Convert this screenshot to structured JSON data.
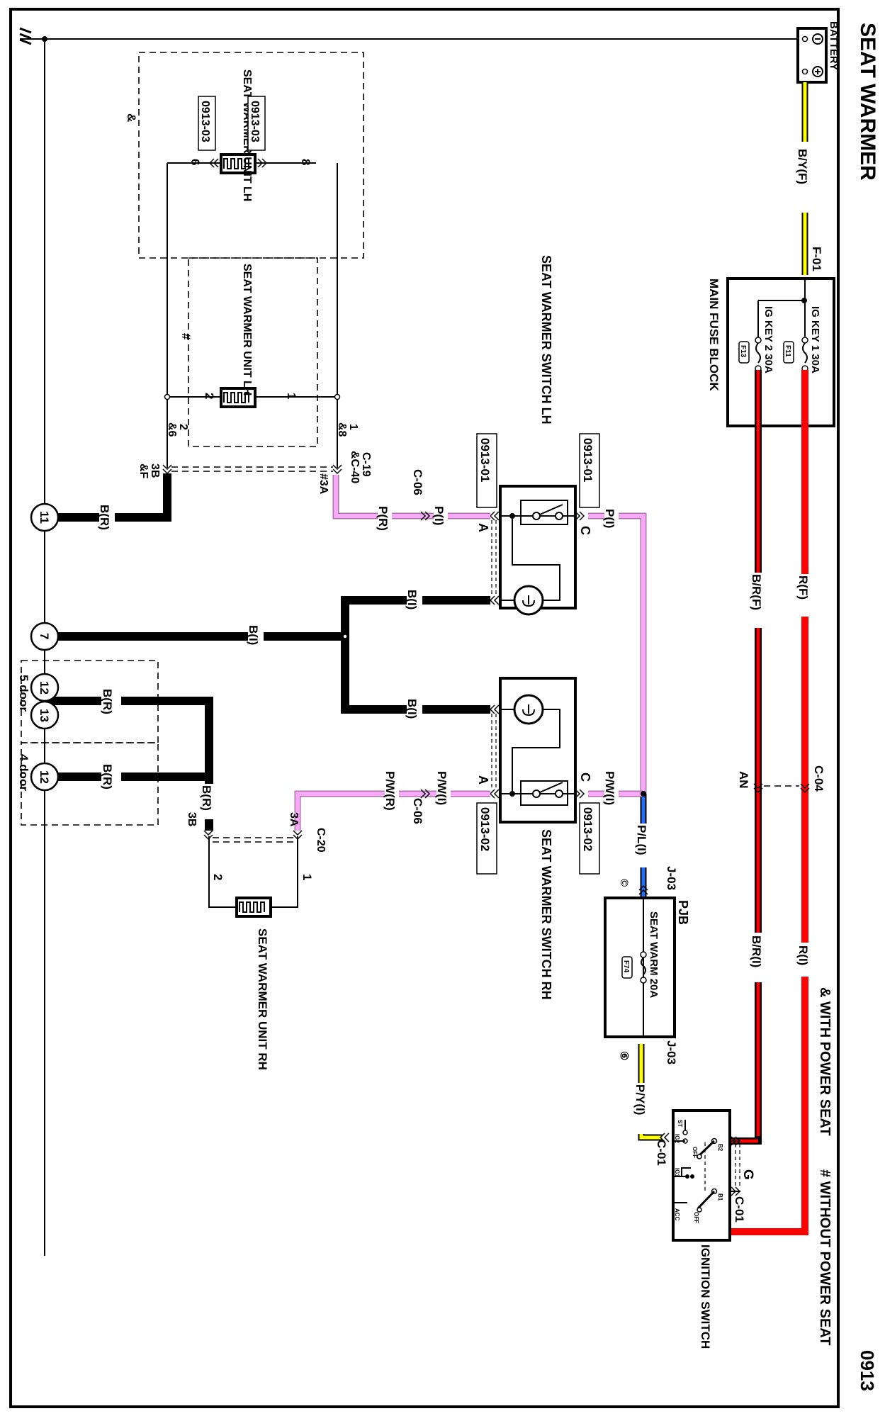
{
  "page": {
    "title": "SEAT WARMER",
    "page_number": "0913",
    "legend": {
      "with_power_seat": "& WITH POWER SEAT",
      "without_power_seat": "# WITHOUT POWER SEAT"
    }
  },
  "colors": {
    "red": "#ff0000",
    "yellow": "#ffff00",
    "pink": "#f6a9f6",
    "blue": "#1f6fff",
    "black": "#000000"
  },
  "components": {
    "battery": {
      "label": "BATTERY",
      "neg": "⊖",
      "pos": "⊕"
    },
    "main_fuse_block": {
      "label": "MAIN FUSE BLOCK",
      "connector": "F-01",
      "fuse1": {
        "name": "IG KEY 1 30A",
        "id": "F11"
      },
      "fuse2": {
        "name": "IG KEY 2 30A",
        "id": "F13"
      }
    },
    "pjb": {
      "label": "PJB",
      "fuse": {
        "name": "SEAT WARM 20A",
        "id": "F74"
      },
      "conn_in": "J-03",
      "conn_out": "J-03",
      "pin_in": "©",
      "pin_out": "⑥"
    },
    "ignition_switch": {
      "label": "IGNITION SWITCH",
      "connector_top": "C-01",
      "connector_bottom": "C-01",
      "pin_g": "G",
      "contacts": [
        "ST",
        "IG2",
        "OFF",
        "B2",
        "IG1",
        "B1",
        "OFF",
        "ACC"
      ]
    },
    "switch_lh": {
      "label": "SEAT WARMER SWITCH LH",
      "ref": "0913-01",
      "pin_a": "A",
      "pin_c": "C"
    },
    "switch_rh": {
      "label": "SEAT WARMER SWITCH RH",
      "ref": "0913-02",
      "pin_a": "A",
      "pin_c": "C"
    },
    "unit_lh_power": {
      "label": "SEAT WARMER UNIT LH",
      "ref": "0913-03",
      "pin_left": "6",
      "pin_right": "8",
      "variant": "&"
    },
    "unit_lh_nopower": {
      "label": "SEAT WARMER UNIT LH",
      "pin_left": "2",
      "pin_right": "1",
      "variant": "#"
    },
    "unit_rh": {
      "label": "SEAT WARMER UNIT RH",
      "pin_left": "2",
      "pin_right": "1"
    }
  },
  "connectors": {
    "c04": "C-04",
    "an": "AN",
    "c06_lh": "C-06",
    "c06_rh": "C-06",
    "c19": "C-19",
    "c40": "&C-40",
    "c20": "C-20",
    "pin_1": "1",
    "pin_8": "&8",
    "pin_2": "2",
    "pin_6": "&6",
    "pin_3a": "#3A",
    "pin_3b": "3B",
    "pin_f": "&F",
    "rh_3a": "3A",
    "rh_3b": "3B"
  },
  "wires": {
    "by_f": "B/Y(F)",
    "r_f": "R(F)",
    "br_f": "B/R(F)",
    "r_i": "R(I)",
    "br_i": "B/R(I)",
    "p_i_top": "P(I)",
    "p_i_lh": "P(I)",
    "p_r": "P(R)",
    "pw_i_top": "P/W(I)",
    "pw_i_rh": "P/W(I)",
    "pw_r": "P/W(R)",
    "pl_i": "P/L(I)",
    "py_i": "P/Y(I)",
    "b_i_lh": "B(I)",
    "b_i_rh": "B(I)",
    "b_i_main": "B(I)",
    "b_r_11": "B(R)",
    "b_r_12a": "B(R)",
    "b_r_12b": "B(R)",
    "b_r_rh": "B(R)"
  },
  "grounds": {
    "g11": "11",
    "g7": "7",
    "g12a": "12",
    "g13": "13",
    "g12b": "12",
    "five_door": "5 door",
    "four_door": "4 door"
  }
}
